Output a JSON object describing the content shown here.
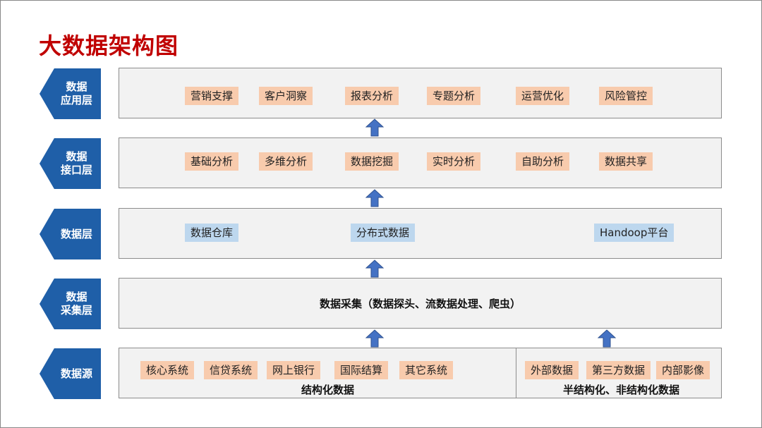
{
  "title": "大数据架构图",
  "colors": {
    "title": "#c00000",
    "label_bg": "#1f5fa8",
    "chip_orange": "#f8cbad",
    "chip_blue": "#bdd7ee",
    "layer_bg": "#f2f2f2",
    "arrow": "#4472c4"
  },
  "layers": {
    "app": {
      "label": "数据\n应用层",
      "items": [
        "营销支撑",
        "客户洞察",
        "报表分析",
        "专题分析",
        "运营优化",
        "风险管控"
      ]
    },
    "api": {
      "label": "数据\n接口层",
      "items": [
        "基础分析",
        "多维分析",
        "数据挖掘",
        "实时分析",
        "自助分析",
        "数据共享"
      ]
    },
    "data": {
      "label": "数据层",
      "items": [
        "数据仓库",
        "分布式数据",
        "Handoop平台"
      ]
    },
    "collect": {
      "label": "数据\n采集层",
      "text": "数据采集（数据探头、流数据处理、爬虫）"
    },
    "source": {
      "label": "数据源",
      "structured": {
        "items": [
          "核心系统",
          "信贷系统",
          "网上银行",
          "国际结算",
          "其它系统"
        ],
        "caption": "结构化数据"
      },
      "unstructured": {
        "items": [
          "外部数据",
          "第三方数据",
          "内部影像"
        ],
        "caption": "半结构化、非结构化数据"
      }
    }
  },
  "arrow_icon": "up-arrow-icon"
}
